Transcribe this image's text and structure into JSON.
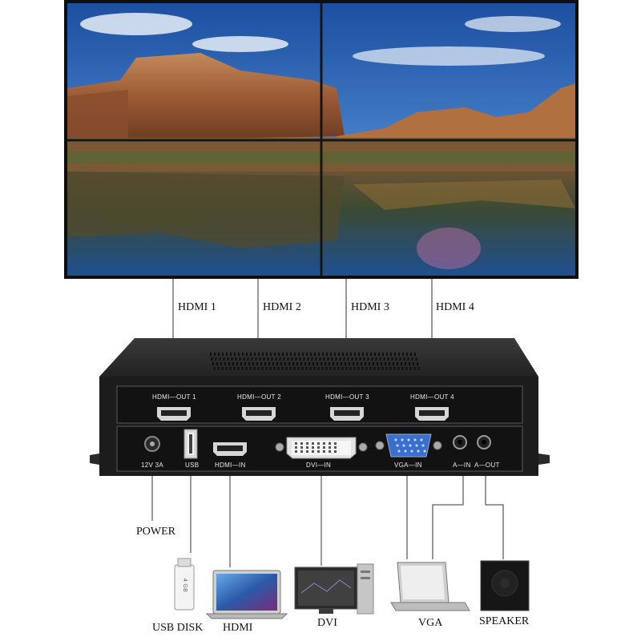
{
  "video_wall": {
    "outputs": [
      "HDMI 1",
      "HDMI 2",
      "HDMI 3",
      "HDMI 4"
    ]
  },
  "controller": {
    "top_ports": [
      "HDMI—OUT  1",
      "HDMI—OUT  2",
      "HDMI—OUT  3",
      "HDMI—OUT  4"
    ],
    "bottom_ports": {
      "power": "12V 3A",
      "usb": "USB",
      "hdmi_in": "HDMI—IN",
      "dvi_in": "DVI—IN",
      "vga_in": "VGA—IN",
      "audio_in": "A—IN",
      "audio_out": "A—OUT"
    }
  },
  "devices": {
    "power": "POWER",
    "usb_disk": "USB DISK",
    "hdmi": "HDMI",
    "dvi": "DVI",
    "vga": "VGA",
    "speaker": "SPEAKER",
    "usb_capacity": "4 GB"
  },
  "colors": {
    "chassis": "#1c1c1c",
    "panel": "#111111",
    "bezel": "#202020",
    "vga_port": "#3a6fd0",
    "line": "#333333"
  }
}
